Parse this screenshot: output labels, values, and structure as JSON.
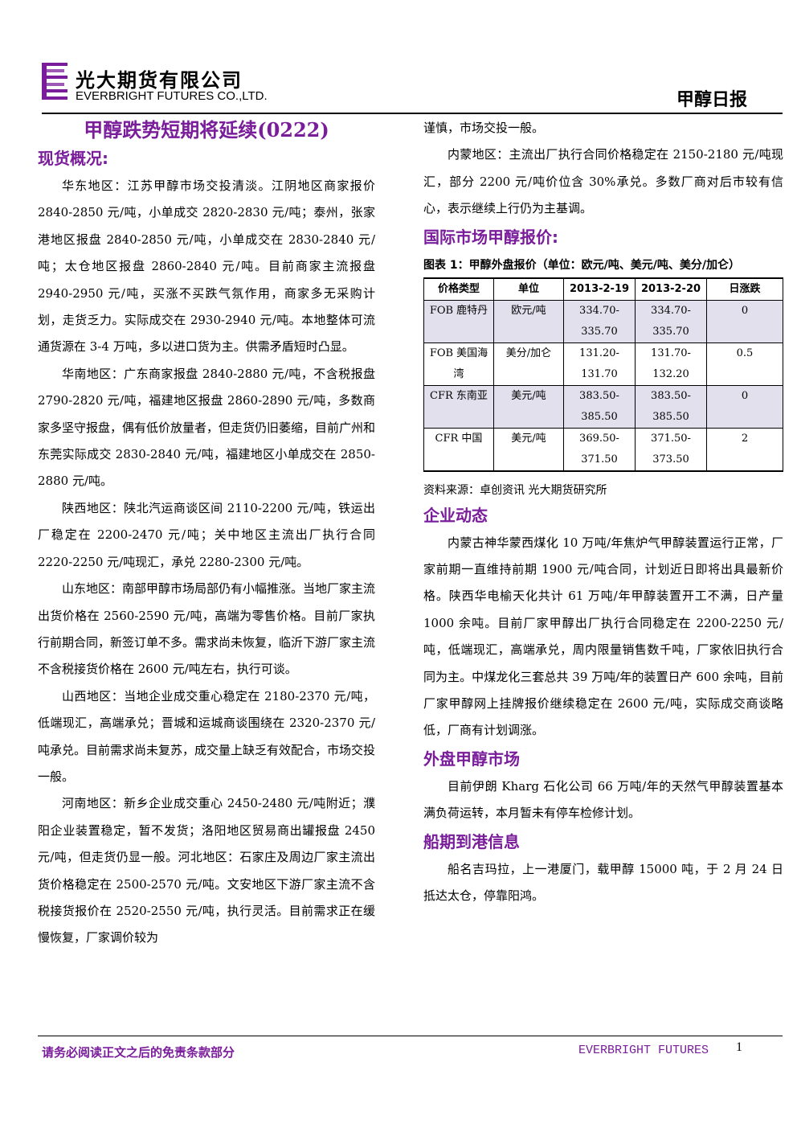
{
  "header": {
    "company_cn": "光大期货有限公司",
    "company_en": "EVERBRIGHT FUTURES CO.,LTD.",
    "report_type": "甲醇日报"
  },
  "main_title": "甲醇跌势短期将延续(0222)",
  "spot": {
    "heading": "现货概况:",
    "paragraphs": [
      "华东地区：江苏甲醇市场交投清淡。江阴地区商家报价 2840-2850 元/吨，小单成交 2820-2830 元/吨；泰州，张家港地区报盘 2840-2850 元/吨，小单成交在 2830-2840 元/吨；太仓地区报盘 2860-2840 元/吨。目前商家主流报盘 2940-2950 元/吨，买涨不买跌气氛作用，商家多无采购计划，走货乏力。实际成交在 2930-2940 元/吨。本地整体可流通货源在 3-4 万吨，多以进口货为主。供需矛盾短时凸显。",
      "华南地区：广东商家报盘 2840-2880 元/吨，不含税报盘 2790-2820 元/吨，福建地区报盘 2860-2890 元/吨，多数商家多坚守报盘，偶有低价放量者，但走货仍旧萎缩，目前广州和东莞实际成交 2830-2840 元/吨，福建地区小单成交在 2850-2880 元/吨。",
      "陕西地区：陕北汽运商谈区间 2110-2200 元/吨，铁运出厂稳定在 2200-2470 元/吨；关中地区主流出厂执行合同 2220-2250 元/吨现汇，承兑 2280-2300 元/吨。",
      "山东地区：南部甲醇市场局部仍有小幅推涨。当地厂家主流出货价格在 2560-2590 元/吨，高端为零售价格。目前厂家执行前期合同，新签订单不多。需求尚未恢复，临沂下游厂家主流不含税接货价格在 2600 元/吨左右，执行可谈。",
      "山西地区：当地企业成交重心稳定在 2180-2370 元/吨，低端现汇，高端承兑；晋城和运城商谈围绕在 2320-2370 元/吨承兑。目前需求尚未复苏，成交量上缺乏有效配合，市场交投一般。",
      "河南地区：新乡企业成交重心 2450-2480 元/吨附近；濮阳企业装置稳定，暂不发货；洛阳地区贸易商出罐报盘 2450 元/吨，但走货仍显一般。河北地区：石家庄及周边厂家主流出货价格稳定在 2500-2570 元/吨。文安地区下游厂家主流不含税接货报价在 2520-2550 元/吨，执行灵活。目前需求正在缓慢恢复，厂家调价较为"
    ],
    "continuation": "谨慎，市场交投一般。",
    "inner_mongolia": "内蒙地区：主流出厂执行合同价格稳定在 2150-2180 元/吨现汇，部分 2200 元/吨价位含 30%承兑。多数厂商对后市较有信心，表示继续上行仍为主基调。"
  },
  "intl": {
    "heading": "国际市场甲醇报价:",
    "figure_caption": "图表 1：甲醇外盘报价（单位：欧元/吨、美元/吨、美分/加仑）",
    "columns": [
      "价格类型",
      "单位",
      "2013-2-19",
      "2013-2-20",
      "日涨跌"
    ],
    "rows": [
      {
        "type": "FOB 鹿特丹",
        "unit": "欧元/吨",
        "d1": "334.70-335.70",
        "d2": "334.70-335.70",
        "chg": "0"
      },
      {
        "type": "FOB 美国海湾",
        "unit": "美分/加仑",
        "d1": "131.20-131.70",
        "d2": "131.70-132.20",
        "chg": "0.5"
      },
      {
        "type": "CFR 东南亚",
        "unit": "美元/吨",
        "d1": "383.50-385.50",
        "d2": "383.50-385.50",
        "chg": "0"
      },
      {
        "type": "CFR 中国",
        "unit": "美元/吨",
        "d1": "369.50-371.50",
        "d2": "371.50-373.50",
        "chg": "2"
      }
    ],
    "source": "资料来源：卓创资讯 光大期货研究所"
  },
  "corp": {
    "heading": "企业动态",
    "text": "内蒙古神华蒙西煤化 10 万吨/年焦炉气甲醇装置运行正常，厂家前期一直维持前期 1900 元/吨合同，计划近日即将出具最新价格。陕西华电榆天化共计 61 万吨/年甲醇装置开工不满，日产量 1000 余吨。目前厂家甲醇出厂执行合同稳定在 2200-2250 元/吨，低端现汇，高端承兑，周内限量销售数千吨，厂家依旧执行合同为主。中煤龙化三套总共 39 万吨/年的装置日产 600 余吨，目前厂家甲醇网上挂牌报价继续稳定在 2600 元/吨，实际成交商谈略低，厂商有计划调涨。"
  },
  "overseas": {
    "heading": "外盘甲醇市场",
    "text": "目前伊朗 Kharg 石化公司 66 万吨/年的天然气甲醇装置基本满负荷运转，本月暂未有停车检修计划。"
  },
  "shipping": {
    "heading": "船期到港信息",
    "text": "船名吉玛拉，上一港厦门，载甲醇 15000 吨，于 2 月 24 日抵达太仓，停靠阳鸿。"
  },
  "footer": {
    "disclaimer": "请务必阅读正文之后的免责条款部分",
    "brand": "EVERBRIGHT FUTURES",
    "page": "1"
  },
  "colors": {
    "accent": "#7a1d9a",
    "table_shade": "#e3e0ee"
  }
}
